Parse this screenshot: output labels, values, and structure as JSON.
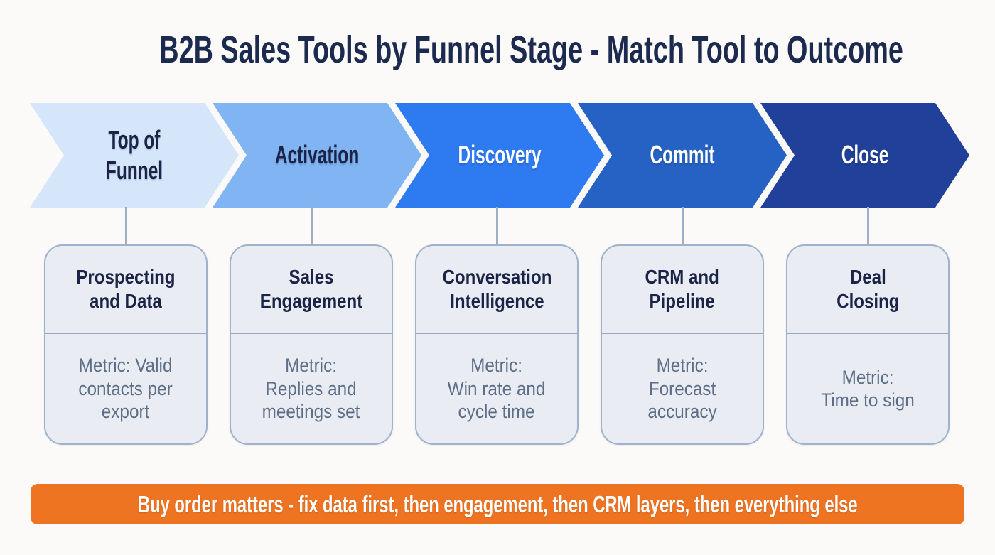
{
  "title": "B2B Sales Tools by Funnel Stage - Match Tool to Outcome",
  "colors": {
    "page_background": "#fbfaf8",
    "title_text": "#1b2a4e",
    "card_background": "#e9edf3",
    "card_border": "#9fb2ca",
    "card_title_text": "#1b2447",
    "card_metric_text": "#5d6e86",
    "connector_line": "#9eafc4",
    "banner_background": "#ee7422",
    "banner_text": "#ffffff"
  },
  "stages": [
    {
      "label": "Top of\nFunnel",
      "fill": "#d5e5fa",
      "text_color": "#1b2447"
    },
    {
      "label": "Activation",
      "fill": "#81b4f3",
      "text_color": "#1b2447"
    },
    {
      "label": "Discovery",
      "fill": "#2d7af1",
      "text_color": "#ffffff"
    },
    {
      "label": "Commit",
      "fill": "#2562c3",
      "text_color": "#ffffff"
    },
    {
      "label": "Close",
      "fill": "#20409a",
      "text_color": "#ffffff"
    }
  ],
  "cards": [
    {
      "title": "Prospecting\nand Data",
      "metric": "Metric: Valid\ncontacts per\nexport"
    },
    {
      "title": "Sales\nEngagement",
      "metric": "Metric:\nReplies and\nmeetings set"
    },
    {
      "title": "Conversation\nIntelligence",
      "metric": "Metric:\nWin rate and\ncycle time"
    },
    {
      "title": "CRM and\nPipeline",
      "metric": "Metric:\nForecast\naccuracy"
    },
    {
      "title": "Deal\nClosing",
      "metric": "Metric:\nTime to sign"
    }
  ],
  "banner": {
    "text": "Buy order matters - fix data first, then engagement, then CRM layers, then everything else"
  }
}
